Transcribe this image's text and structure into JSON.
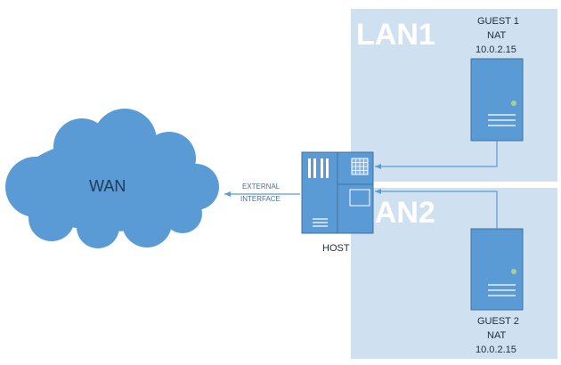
{
  "lan1": {
    "label": "LAN1"
  },
  "lan2": {
    "label": "LAN2"
  },
  "wan": {
    "label": "WAN"
  },
  "external_interface": {
    "line1": "EXTERNAL",
    "line2": "INTERFACE"
  },
  "host": {
    "label": "HOST"
  },
  "guest1": {
    "name": "GUEST 1",
    "mode": "NAT",
    "ip": "10.0.2.15"
  },
  "guest2": {
    "name": "GUEST 2",
    "mode": "NAT",
    "ip": "10.0.2.15"
  },
  "colors": {
    "lan_bg": "#cfe0f1",
    "device_fill": "#5b9bd5",
    "device_stroke": "#41719c",
    "cloud_fill": "#5b9bd5",
    "connector": "#5b9bd5",
    "led": "#a9d18e"
  }
}
